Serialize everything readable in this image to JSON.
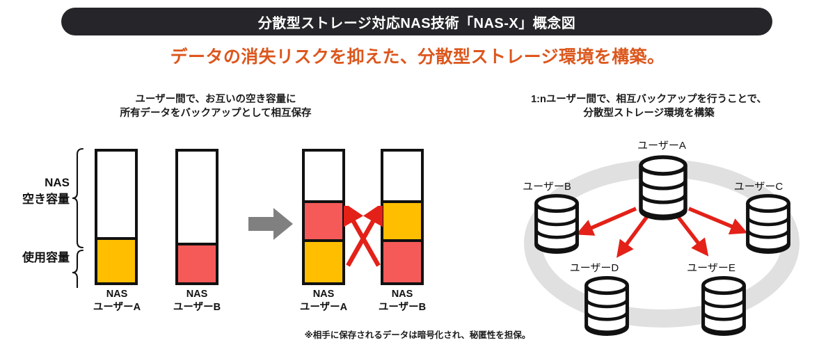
{
  "header": {
    "title": "分散型ストレージ対応NAS技術「NAS-X」概念図",
    "subtitle": "データの消失リスクを抑えた、分散型ストレージ環境を構築。",
    "pill_color": "#26262a",
    "subtitle_color": "#DC571D"
  },
  "left_panel": {
    "caption_line1": "ユーザー間で、お互いの空き容量に",
    "caption_line2": "所有データをバックアップとして相互保存",
    "axis_labels": {
      "free_line1": "NAS",
      "free_line2": "空き容量",
      "used": "使用容量"
    },
    "transition_icon": "right-block-arrow",
    "exchange_icon": "red-cross-arrows",
    "colors": {
      "orange": "#FFBF00",
      "red": "#F65A58",
      "outline": "#111111",
      "arrow_red": "#E32119",
      "gray_arrow": "#808080"
    },
    "bars": [
      {
        "id": "before-user-a",
        "label_line1": "NAS",
        "label_line2": "ユーザーA",
        "segments": [
          {
            "name": "free",
            "color": "#ffffff",
            "pct": 67
          },
          {
            "name": "used-own",
            "color": "#FFBF00",
            "pct": 33
          }
        ]
      },
      {
        "id": "before-user-b",
        "label_line1": "NAS",
        "label_line2": "ユーザーB",
        "segments": [
          {
            "name": "free",
            "color": "#ffffff",
            "pct": 71
          },
          {
            "name": "used-own",
            "color": "#F65A58",
            "pct": 29
          }
        ]
      },
      {
        "id": "after-user-a",
        "label_line1": "NAS",
        "label_line2": "ユーザーA",
        "segments": [
          {
            "name": "free",
            "color": "#ffffff",
            "pct": 39
          },
          {
            "name": "backup-of-b",
            "color": "#F65A58",
            "pct": 29
          },
          {
            "name": "used-own",
            "color": "#FFBF00",
            "pct": 32
          }
        ]
      },
      {
        "id": "after-user-b",
        "label_line1": "NAS",
        "label_line2": "ユーザーB",
        "segments": [
          {
            "name": "free",
            "color": "#ffffff",
            "pct": 39
          },
          {
            "name": "backup-of-a",
            "color": "#FFBF00",
            "pct": 29
          },
          {
            "name": "used-own",
            "color": "#F65A58",
            "pct": 32
          }
        ]
      }
    ],
    "footnote": "※相手に保存されるデータは暗号化され、秘匿性を担保。"
  },
  "right_panel": {
    "caption_line1": "1:nユーザー間で、相互バックアップを行うことで、",
    "caption_line2": "分散型ストレージ環境を構築",
    "ring_color": "#E0E0E0",
    "arrow_color": "#E32119",
    "nodes": [
      {
        "id": "user-a",
        "label": "ユーザーA",
        "role": "hub"
      },
      {
        "id": "user-b",
        "label": "ユーザーB",
        "role": "peer"
      },
      {
        "id": "user-c",
        "label": "ユーザーC",
        "role": "peer"
      },
      {
        "id": "user-d",
        "label": "ユーザーD",
        "role": "peer"
      },
      {
        "id": "user-e",
        "label": "ユーザーE",
        "role": "peer"
      }
    ],
    "arrows": [
      {
        "from": "user-a",
        "to": "user-b"
      },
      {
        "from": "user-a",
        "to": "user-c"
      },
      {
        "from": "user-a",
        "to": "user-d"
      },
      {
        "from": "user-a",
        "to": "user-e"
      }
    ]
  }
}
